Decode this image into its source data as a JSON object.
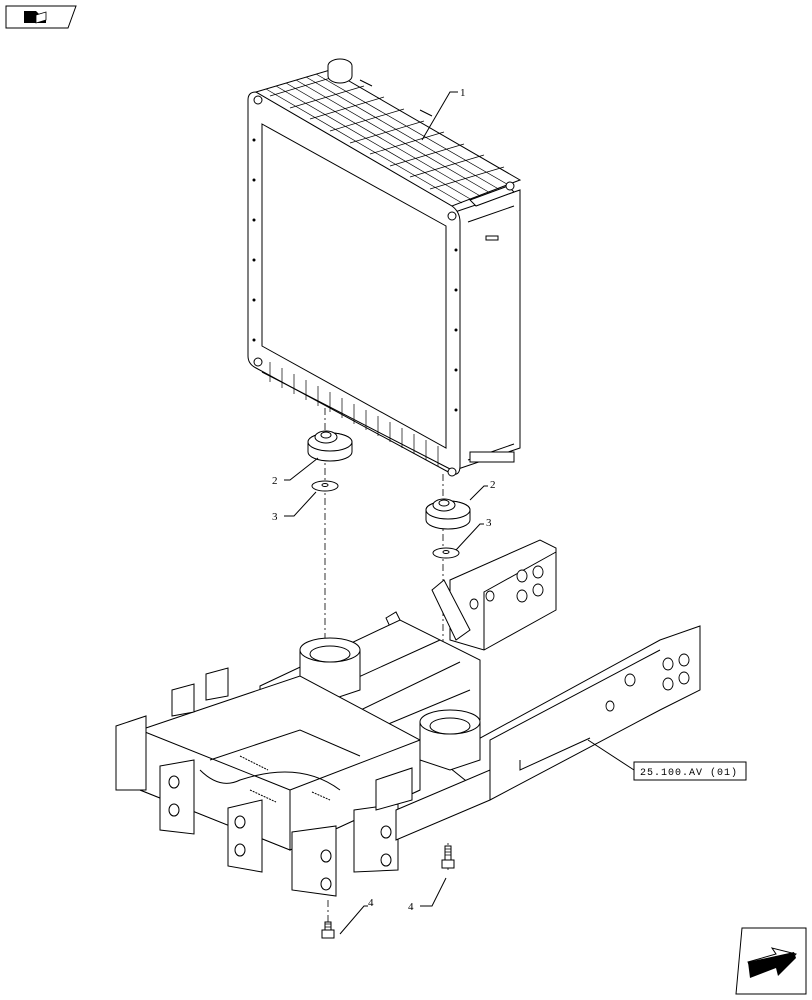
{
  "diagram": {
    "callouts": [
      {
        "id": "c1",
        "label": "1"
      },
      {
        "id": "c2a",
        "label": "2"
      },
      {
        "id": "c2b",
        "label": "2"
      },
      {
        "id": "c3a",
        "label": "3"
      },
      {
        "id": "c3b",
        "label": "3"
      },
      {
        "id": "c4a",
        "label": "4"
      },
      {
        "id": "c4b",
        "label": "4"
      }
    ],
    "reference": {
      "label": "25.100.AV (01)"
    },
    "parts": [
      {
        "number": "1",
        "name": "radiator"
      },
      {
        "number": "2",
        "name": "rubber-mount"
      },
      {
        "number": "3",
        "name": "washer"
      },
      {
        "number": "4",
        "name": "bolt"
      }
    ]
  },
  "icons": {
    "top_left": "book-arrow-icon",
    "bottom_right": "arrow-icon"
  }
}
